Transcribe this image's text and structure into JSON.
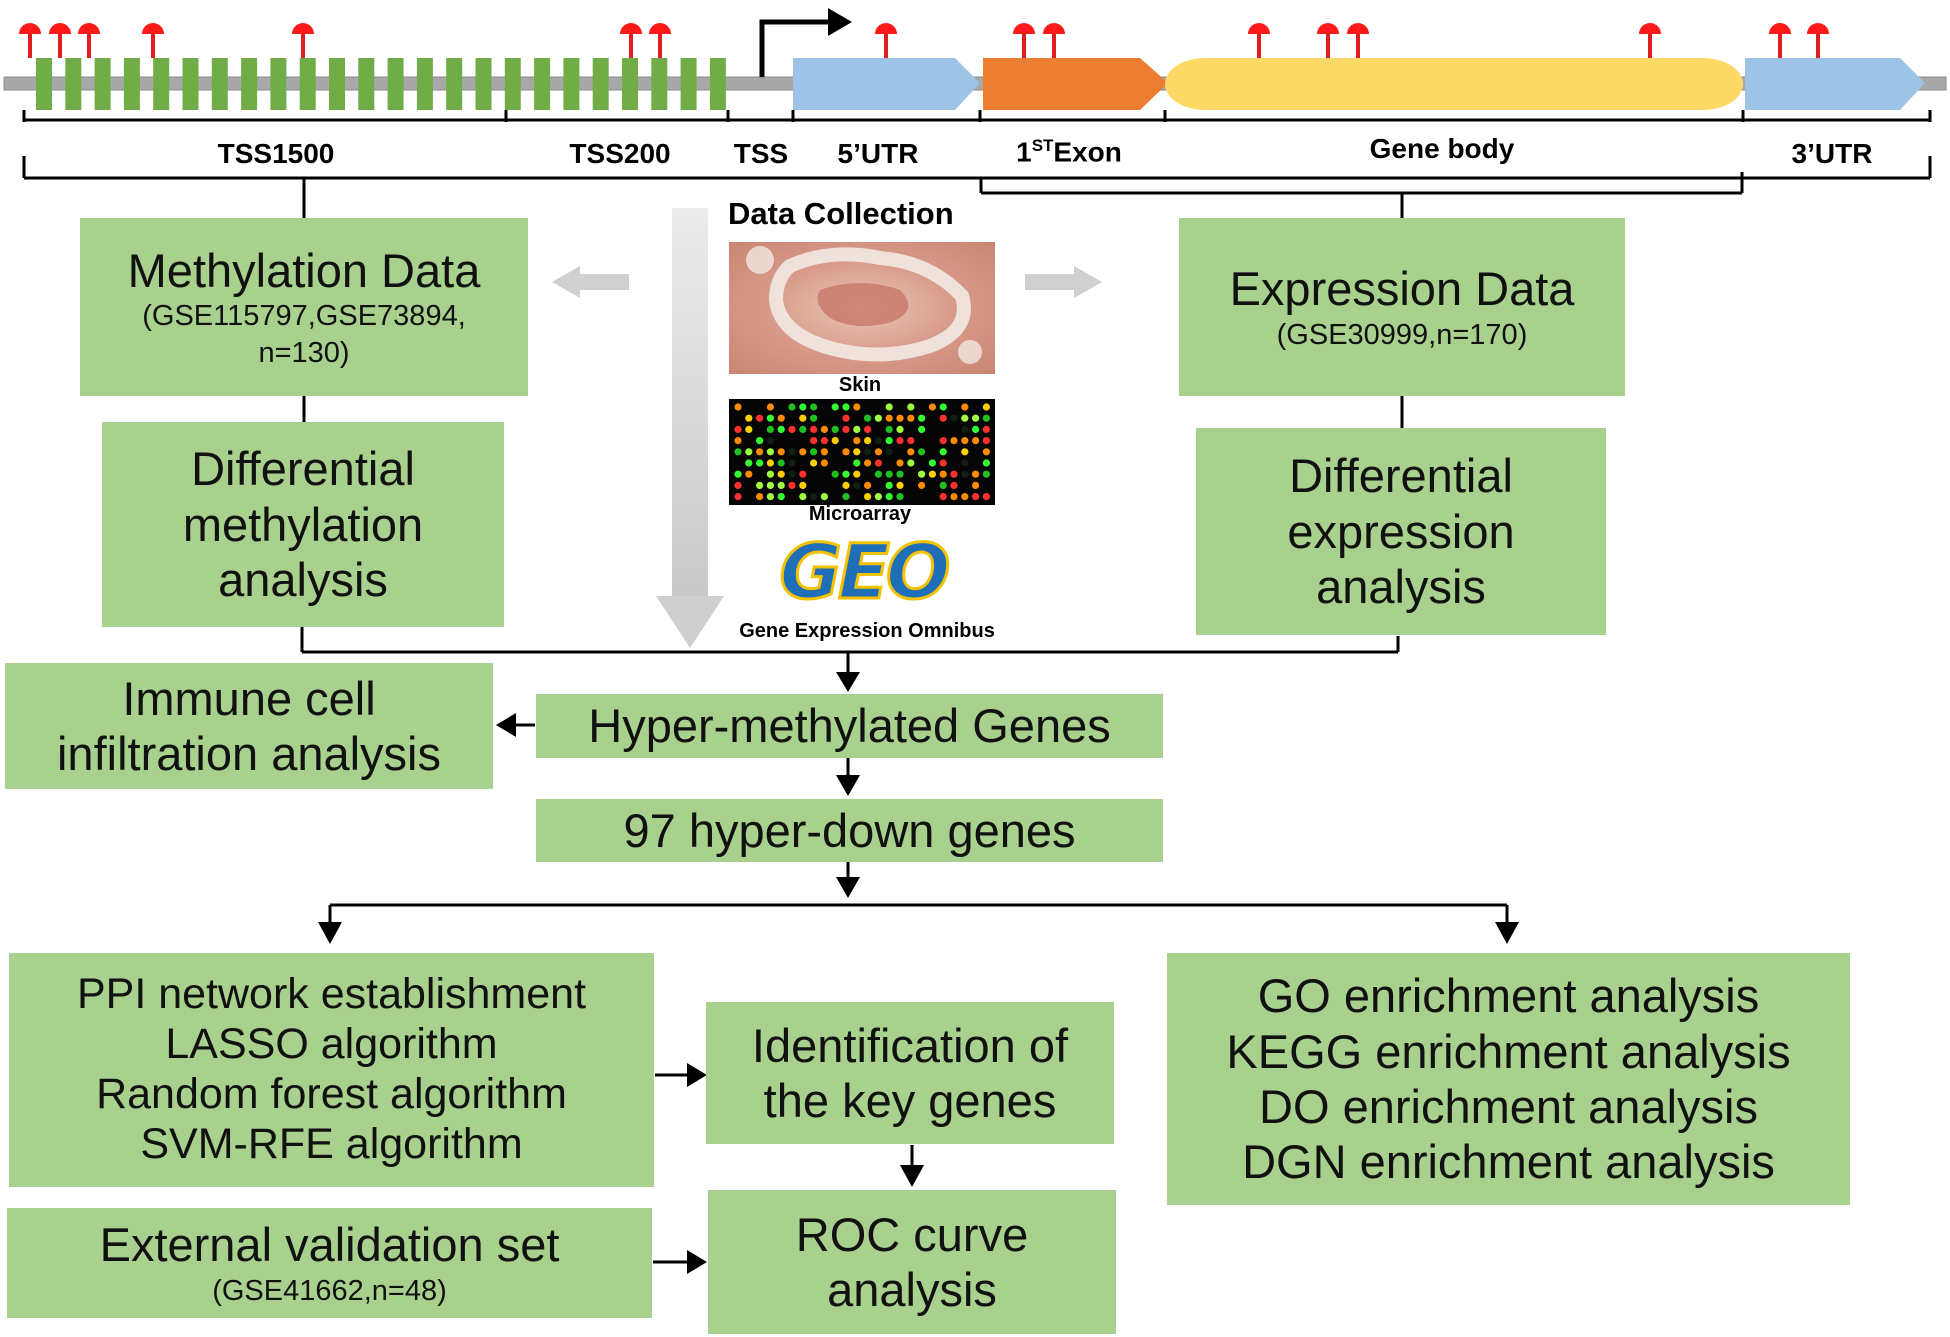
{
  "regions": {
    "tss1500": "TSS1500",
    "tss200": "TSS200",
    "tss": "TSS",
    "utr5": "5’UTR",
    "exon1_prefix": "1",
    "exon1_sup": "ST",
    "exon1_suffix": "Exon",
    "gene_body": "Gene body",
    "utr3": "3’UTR"
  },
  "data_collection": {
    "title": "Data Collection",
    "skin_caption": "Skin",
    "microarray_caption": "Microarray",
    "geo_logo_text": "GEO",
    "geo_caption": "Gene Expression Omnibus"
  },
  "methylation": {
    "title": "Methylation Data",
    "detail_line1": "(GSE115797,GSE73894,",
    "detail_line2": "n=130)"
  },
  "expression": {
    "title": "Expression Data",
    "detail": "(GSE30999,n=170)"
  },
  "diff_methylation": {
    "line1": "Differential",
    "line2": "methylation",
    "line3": "analysis"
  },
  "diff_expression": {
    "line1": "Differential",
    "line2": "expression",
    "line3": "analysis"
  },
  "immune": {
    "line1": "Immune cell",
    "line2": "infiltration analysis"
  },
  "hyper_methylated": "Hyper-methylated Genes",
  "hyper_down": "97 hyper-down genes",
  "ml_methods": [
    "PPI network establishment",
    "LASSO algorithm",
    "Random forest algorithm",
    "SVM-RFE algorithm"
  ],
  "key_genes": {
    "line1": "Identification of",
    "line2": "the key genes"
  },
  "enrichment": [
    "GO enrichment analysis",
    "KEGG enrichment analysis",
    "DO enrichment analysis",
    "DGN enrichment analysis"
  ],
  "external": {
    "title": "External validation set",
    "detail": "(GSE41662,n=48)"
  },
  "roc": {
    "line1": "ROC curve",
    "line2": "analysis"
  }
}
